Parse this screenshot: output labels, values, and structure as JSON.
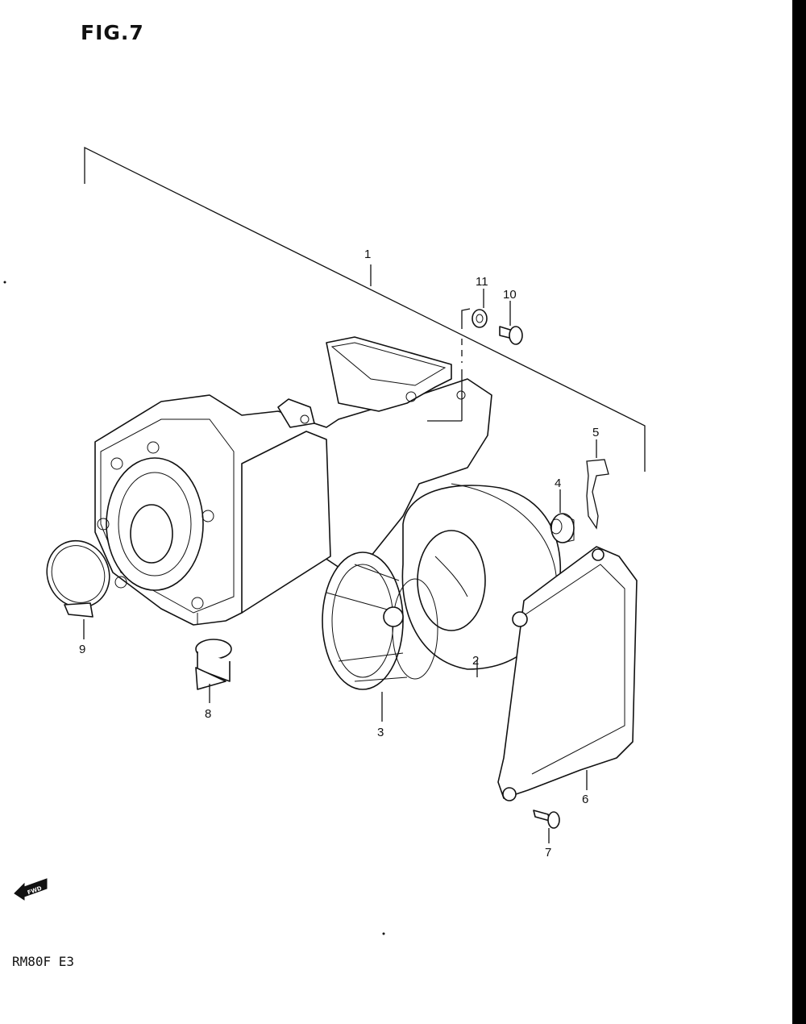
{
  "figure": {
    "title": "FIG.7",
    "model_code": "RM80F  E3",
    "fwd_label": "FWD"
  },
  "callouts": [
    {
      "id": "1",
      "label": "1"
    },
    {
      "id": "2",
      "label": "2"
    },
    {
      "id": "3",
      "label": "3"
    },
    {
      "id": "4",
      "label": "4"
    },
    {
      "id": "5",
      "label": "5"
    },
    {
      "id": "6",
      "label": "6"
    },
    {
      "id": "7",
      "label": "7"
    },
    {
      "id": "8",
      "label": "8"
    },
    {
      "id": "9",
      "label": "9"
    },
    {
      "id": "10",
      "label": "10"
    },
    {
      "id": "11",
      "label": "11"
    }
  ]
}
